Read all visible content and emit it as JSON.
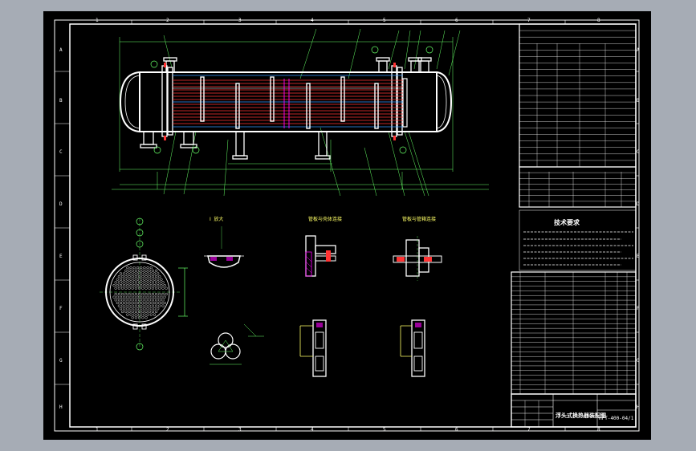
{
  "grid": {
    "rows": [
      "A",
      "B",
      "C",
      "D",
      "E",
      "F",
      "G",
      "H"
    ],
    "cols": [
      "1",
      "2",
      "3",
      "4",
      "5",
      "6",
      "7",
      "8"
    ]
  },
  "views": {
    "detail_1": {
      "title": "Ⅰ 放大",
      "sub": ""
    },
    "detail_2": {
      "title": "管板与壳体连接",
      "sub": ""
    },
    "detail_3": {
      "title": "管板与管箱连接",
      "sub": ""
    }
  },
  "notes": {
    "title": "技术要求"
  },
  "title_block": {
    "drawing_title": "浮头式换热器装配图",
    "drawing_number": "HFT-400-04/1"
  },
  "colors": {
    "outline": "#ffffff",
    "dimension": "#66ff66",
    "tube": "#ff3333",
    "label": "#ffff66",
    "section": "#ff00ff",
    "blue": "#3399ff"
  }
}
